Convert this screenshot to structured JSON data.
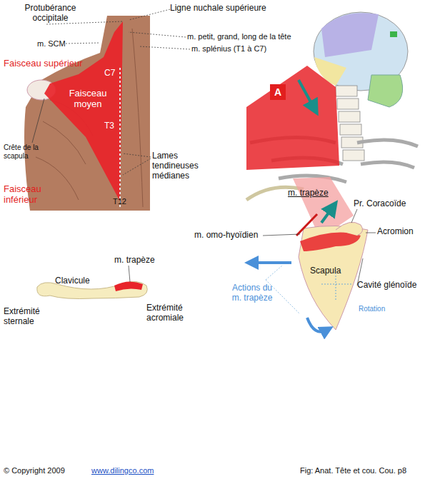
{
  "diagram": {
    "caption": "Fig: Anat. Tête et cou. Cou. p8",
    "nodes": [
      {
        "text": [
          "A"
        ]
      }
    ],
    "labels": [
      "Protubérance occipitale",
      "Ligne nuchale supérieure",
      "m. SCM",
      "m. petit, grand, long de la tête",
      "m. splénius (T1 à C7)",
      "Faisceau supérieur",
      "C7",
      "Faisceau moyen",
      "T3",
      "Crête de la scapula",
      "Lames tendineuses médianes",
      "Faisceau inférieur",
      "T12",
      "m. trapèze",
      "Pr. Coracoïde",
      "m. omo-hyoïdien",
      "Acromion",
      "Scapula",
      "Cavité glénoïde",
      "Actions du m. trapèze",
      "Rotation",
      "m. trapèze",
      "Clavicule",
      "Extrémité sternale",
      "Extrémité acromiale",
      "© Copyright 2009",
      "www.dilingco.com"
    ]
  }
}
